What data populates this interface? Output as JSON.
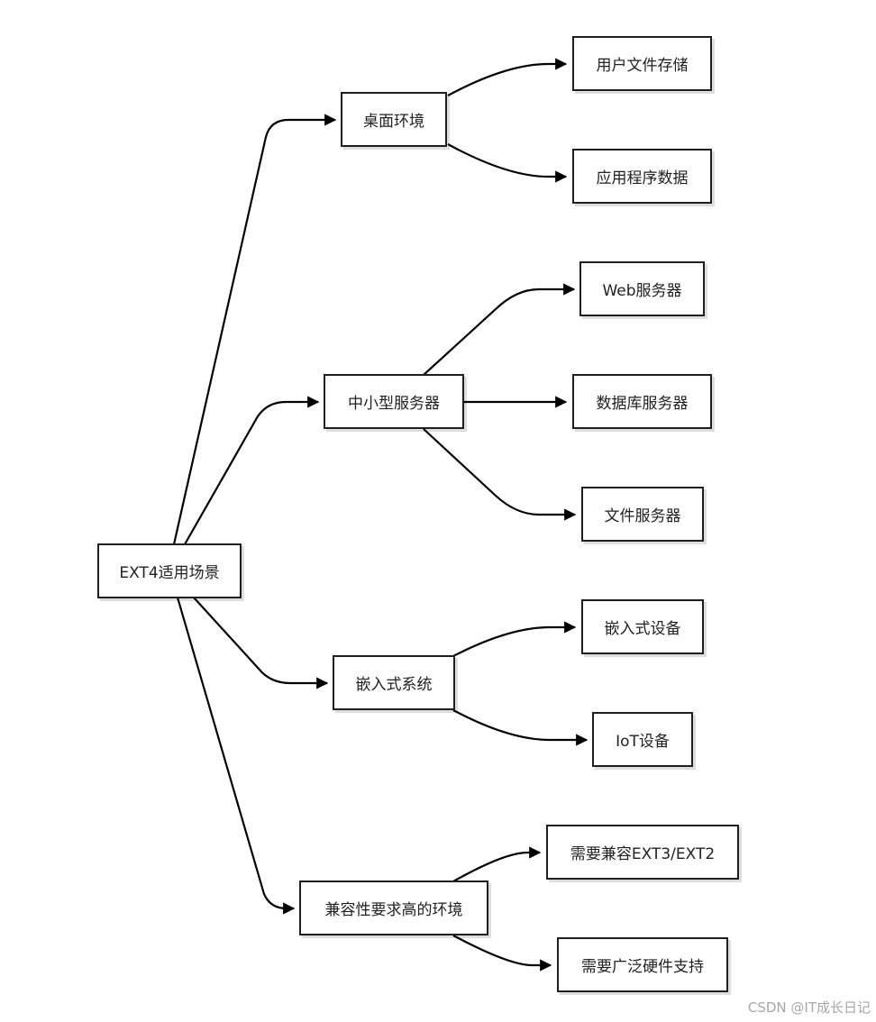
{
  "diagram": {
    "root": "EXT4适用场景",
    "categories": [
      {
        "label": "桌面环境",
        "children": [
          "用户文件存储",
          "应用程序数据"
        ]
      },
      {
        "label": "中小型服务器",
        "children": [
          "Web服务器",
          "数据库服务器",
          "文件服务器"
        ]
      },
      {
        "label": "嵌入式系统",
        "children": [
          "嵌入式设备",
          "IoT设备"
        ]
      },
      {
        "label": "兼容性要求高的环境",
        "children": [
          "需要兼容EXT3/EXT2",
          "需要广泛硬件支持"
        ]
      }
    ]
  },
  "watermark": "CSDN @IT成长日记",
  "colors": {
    "line": "#000000",
    "border": "#1f1f1f",
    "text": "#222222"
  }
}
